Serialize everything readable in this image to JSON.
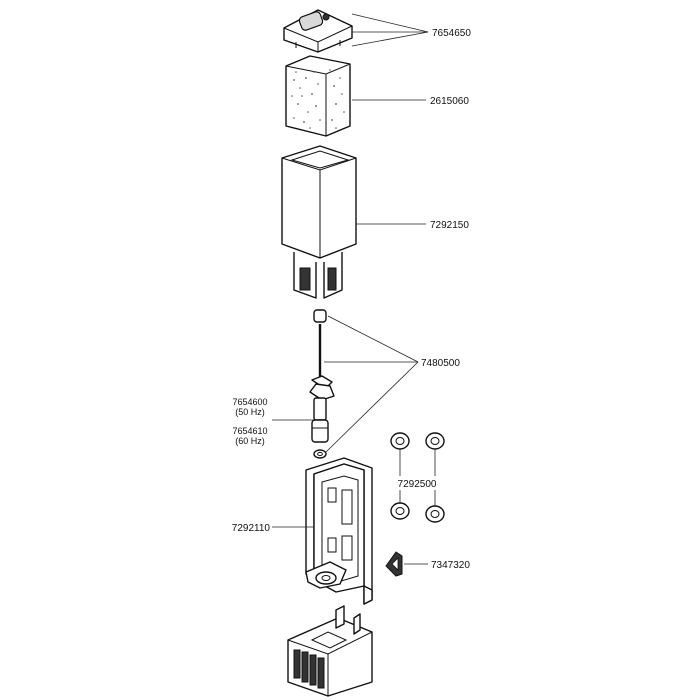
{
  "parts": {
    "lid": "7654650",
    "sponge": "2615060",
    "filter_housing": "7292150",
    "shaft_set": "7480500",
    "impeller_50hz": "7654600",
    "impeller_50hz_note": "(50 Hz)",
    "impeller_60hz": "7654610",
    "impeller_60hz_note": "(60 Hz)",
    "suction_cups": "7292500",
    "pump_housing": "7292110",
    "clip": "7347320"
  }
}
